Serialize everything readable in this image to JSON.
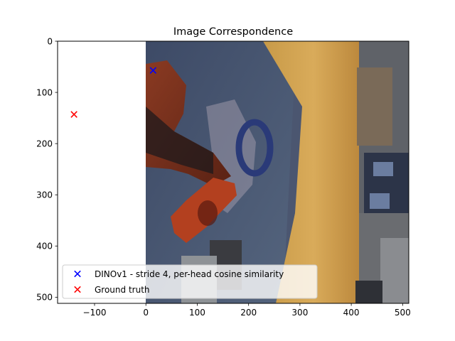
{
  "chart_data": {
    "type": "scatter",
    "title": "Image Correspondence",
    "xlabel": "",
    "ylabel": "",
    "xlim": [
      -172,
      512
    ],
    "ylim": [
      512,
      0
    ],
    "xticks": [
      -100,
      0,
      100,
      200,
      300,
      400,
      500
    ],
    "yticks": [
      0,
      100,
      200,
      300,
      400,
      500
    ],
    "grid": false,
    "legend_position": "lower-left",
    "background_image": {
      "description": "rendered robot-scene image displayed on the axes",
      "extent_x": [
        0,
        512
      ],
      "extent_y": [
        512,
        0
      ]
    },
    "series": [
      {
        "name": "DINOv1 - stride 4, per-head cosine similarity",
        "marker": "x",
        "color": "#0000ff",
        "points": [
          {
            "x": 14,
            "y": 57
          }
        ]
      },
      {
        "name": "Ground truth",
        "marker": "x",
        "color": "#ff0000",
        "points": [
          {
            "x": -140,
            "y": 143
          }
        ]
      }
    ]
  }
}
